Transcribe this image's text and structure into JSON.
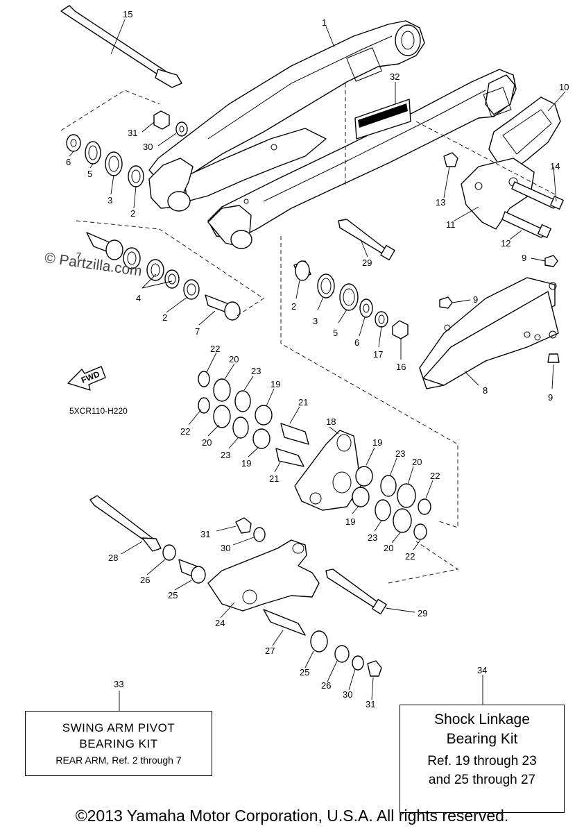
{
  "diagram": {
    "code": "5XCR110-H220",
    "fwd_label": "FWD",
    "watermark": "© Partzilla.com",
    "copyright": "©2013 Yamaha Motor Corporation, U.S.A. All rights reserved.",
    "callouts": [
      {
        "id": "c1",
        "label": "1"
      },
      {
        "id": "c15",
        "label": "15"
      },
      {
        "id": "c32",
        "label": "32"
      },
      {
        "id": "c10",
        "label": "10"
      },
      {
        "id": "c31a",
        "label": "31"
      },
      {
        "id": "c30a",
        "label": "30"
      },
      {
        "id": "c6a",
        "label": "6"
      },
      {
        "id": "c5a",
        "label": "5"
      },
      {
        "id": "c3a",
        "label": "3"
      },
      {
        "id": "c2a",
        "label": "2"
      },
      {
        "id": "c14",
        "label": "14"
      },
      {
        "id": "c13",
        "label": "13"
      },
      {
        "id": "c11",
        "label": "11"
      },
      {
        "id": "c12",
        "label": "12"
      },
      {
        "id": "c29a",
        "label": "29"
      },
      {
        "id": "c7a",
        "label": "7"
      },
      {
        "id": "c4",
        "label": "4"
      },
      {
        "id": "c2b",
        "label": "2"
      },
      {
        "id": "c7b",
        "label": "7"
      },
      {
        "id": "c9a",
        "label": "9"
      },
      {
        "id": "c9b",
        "label": "9"
      },
      {
        "id": "c2c",
        "label": "2"
      },
      {
        "id": "c3b",
        "label": "3"
      },
      {
        "id": "c5b",
        "label": "5"
      },
      {
        "id": "c6b",
        "label": "6"
      },
      {
        "id": "c17",
        "label": "17"
      },
      {
        "id": "c16",
        "label": "16"
      },
      {
        "id": "c8",
        "label": "8"
      },
      {
        "id": "c9c",
        "label": "9"
      },
      {
        "id": "c22a",
        "label": "22"
      },
      {
        "id": "c20a",
        "label": "20"
      },
      {
        "id": "c23a",
        "label": "23"
      },
      {
        "id": "c19a",
        "label": "19"
      },
      {
        "id": "c21a",
        "label": "21"
      },
      {
        "id": "c22b",
        "label": "22"
      },
      {
        "id": "c20b",
        "label": "20"
      },
      {
        "id": "c23b",
        "label": "23"
      },
      {
        "id": "c19b",
        "label": "19"
      },
      {
        "id": "c18",
        "label": "18"
      },
      {
        "id": "c21b",
        "label": "21"
      },
      {
        "id": "c19c",
        "label": "19"
      },
      {
        "id": "c23c",
        "label": "23"
      },
      {
        "id": "c20c",
        "label": "20"
      },
      {
        "id": "c22c",
        "label": "22"
      },
      {
        "id": "c19d",
        "label": "19"
      },
      {
        "id": "c23d",
        "label": "23"
      },
      {
        "id": "c20d",
        "label": "20"
      },
      {
        "id": "c22d",
        "label": "22"
      },
      {
        "id": "c31b",
        "label": "31"
      },
      {
        "id": "c30b",
        "label": "30"
      },
      {
        "id": "c28",
        "label": "28"
      },
      {
        "id": "c26a",
        "label": "26"
      },
      {
        "id": "c25a",
        "label": "25"
      },
      {
        "id": "c24",
        "label": "24"
      },
      {
        "id": "c29b",
        "label": "29"
      },
      {
        "id": "c27",
        "label": "27"
      },
      {
        "id": "c25b",
        "label": "25"
      },
      {
        "id": "c26b",
        "label": "26"
      },
      {
        "id": "c30c",
        "label": "30"
      },
      {
        "id": "c31c",
        "label": "31"
      }
    ]
  },
  "kits": {
    "k33": {
      "number": "33",
      "line1": "SWING ARM PIVOT",
      "line2": "BEARING KIT",
      "line3": "REAR ARM, Ref. 2 through 7"
    },
    "k34": {
      "number": "34",
      "title1": "Shock Linkage",
      "title2": "Bearing Kit",
      "ref1": "Ref. 19 through 23",
      "ref2": "and 25 through 27"
    }
  }
}
